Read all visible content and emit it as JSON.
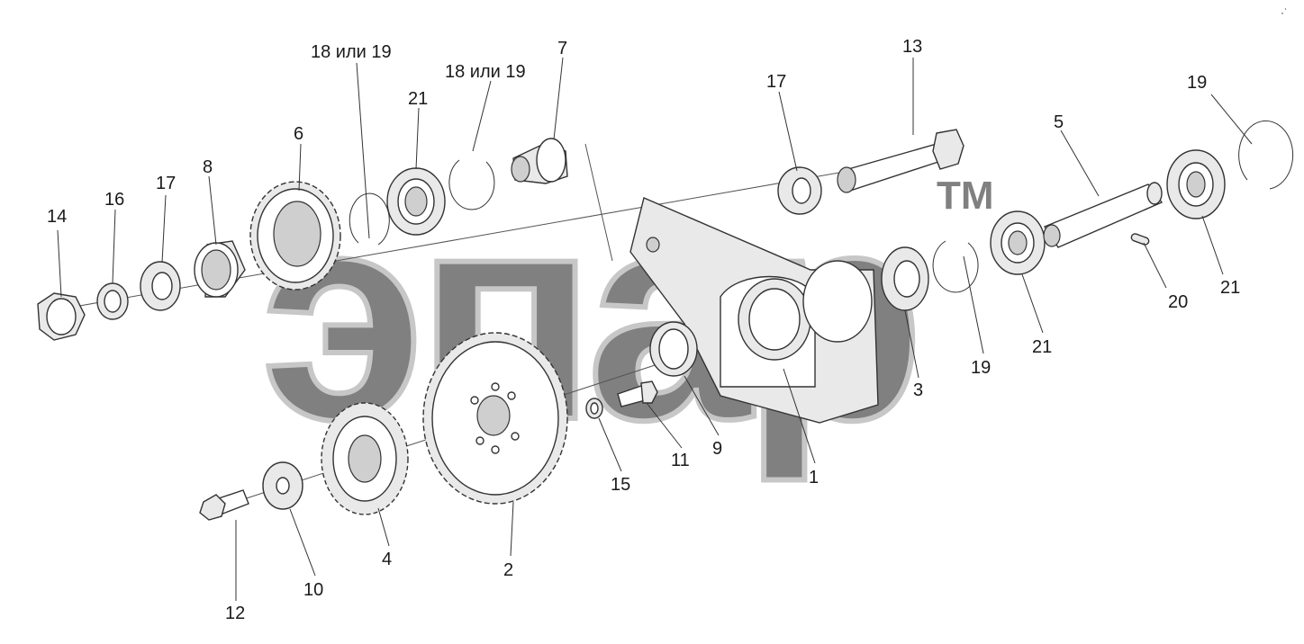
{
  "watermark": {
    "text": "эпар",
    "tm": "TM",
    "color": "#c8c8c8"
  },
  "corner_mark": "·˙",
  "callouts": [
    {
      "id": "c1",
      "text": "1"
    },
    {
      "id": "c2",
      "text": "2"
    },
    {
      "id": "c3",
      "text": "3"
    },
    {
      "id": "c4",
      "text": "4"
    },
    {
      "id": "c5",
      "text": "5"
    },
    {
      "id": "c6",
      "text": "6"
    },
    {
      "id": "c7",
      "text": "7"
    },
    {
      "id": "c8",
      "text": "8"
    },
    {
      "id": "c9",
      "text": "9"
    },
    {
      "id": "c10",
      "text": "10"
    },
    {
      "id": "c11",
      "text": "11"
    },
    {
      "id": "c12",
      "text": "12"
    },
    {
      "id": "c13",
      "text": "13"
    },
    {
      "id": "c14",
      "text": "14"
    },
    {
      "id": "c15",
      "text": "15"
    },
    {
      "id": "c16",
      "text": "16"
    },
    {
      "id": "c17a",
      "text": "17"
    },
    {
      "id": "c17b",
      "text": "17"
    },
    {
      "id": "c18a",
      "text": "18 или 19"
    },
    {
      "id": "c18b",
      "text": "18 или 19"
    },
    {
      "id": "c19a",
      "text": "19"
    },
    {
      "id": "c19b",
      "text": "19"
    },
    {
      "id": "c20",
      "text": "20"
    },
    {
      "id": "c21a",
      "text": "21"
    },
    {
      "id": "c21b",
      "text": "21"
    },
    {
      "id": "c21c",
      "text": "21"
    }
  ]
}
